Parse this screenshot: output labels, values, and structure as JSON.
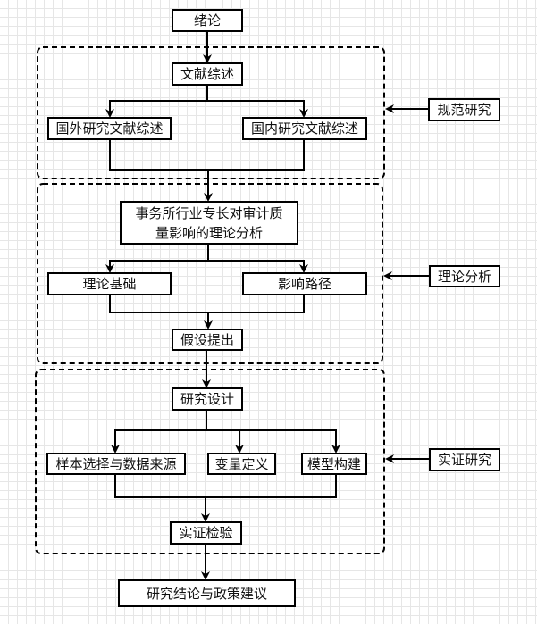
{
  "nodes": {
    "intro": "绪论",
    "lit_review": "文献综述",
    "foreign_lit": "国外研究文献综述",
    "domestic_lit": "国内研究文献综述",
    "theory_analysis": "事务所行业专长对审计质量影响的理论分析",
    "theory_basis": "理论基础",
    "influence_path": "影响路径",
    "hypothesis": "假设提出",
    "research_design": "研究设计",
    "sample_data": "样本选择与数据来源",
    "variable_def": "变量定义",
    "model_build": "模型构建",
    "empirical_test": "实证检验",
    "conclusion": "研究结论与政策建议"
  },
  "stages": {
    "normative": "规范研究",
    "theoretical": "理论分析",
    "empirical": "实证研究"
  }
}
